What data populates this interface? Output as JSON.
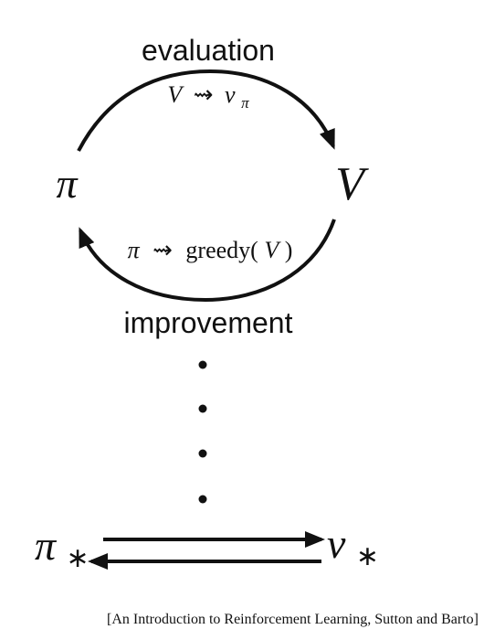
{
  "diagram": {
    "top_label": "evaluation",
    "eval_formula": {
      "lhs": "V",
      "arrow": "⇝",
      "rhs_base": "v",
      "rhs_sub": "π"
    },
    "left_node": "π",
    "right_node": "V",
    "improve_formula": {
      "lhs": "π",
      "arrow": "⇝",
      "func": "greedy(",
      "arg": "V",
      "close": ")"
    },
    "bottom_label": "improvement",
    "optimal_policy": {
      "base": "π",
      "sub": "∗"
    },
    "optimal_value": {
      "base": "v",
      "sub": "∗"
    },
    "ellipsis_dots": 4
  },
  "caption": "[An Introduction to Reinforcement Learning, Sutton and Barto]"
}
